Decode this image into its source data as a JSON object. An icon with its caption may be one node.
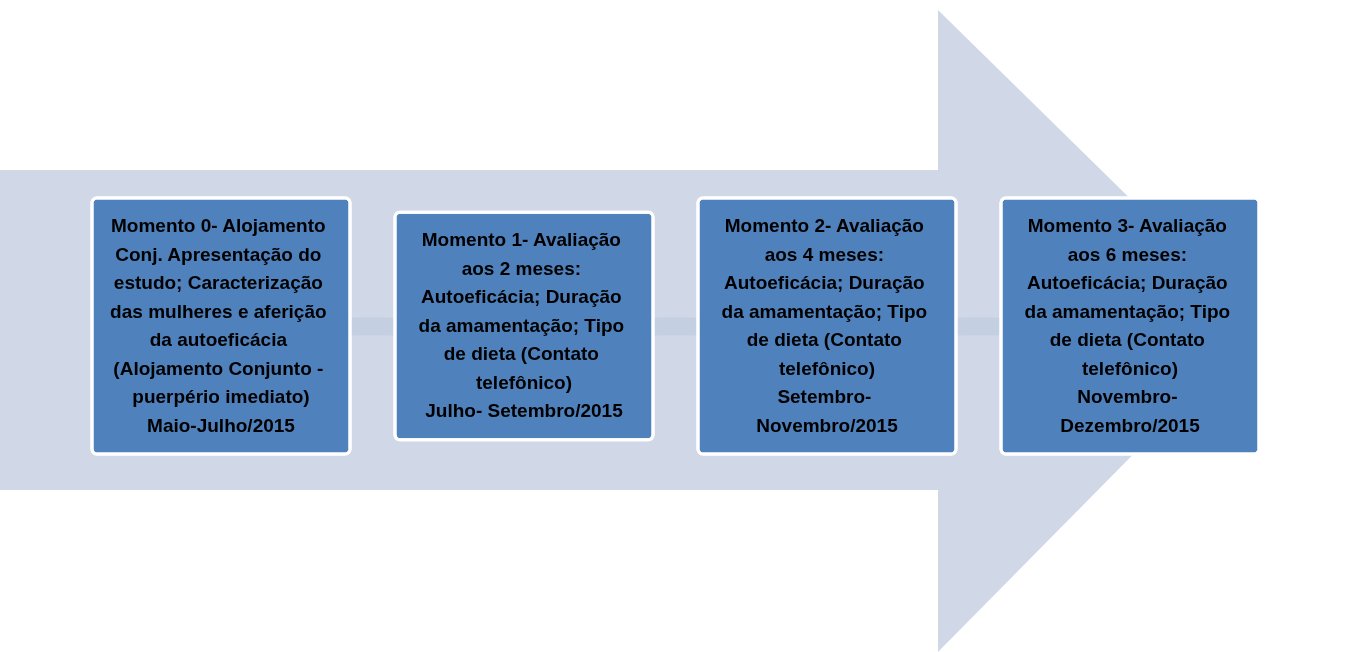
{
  "diagram": {
    "nodes": [
      {
        "text": [
          "Momento 0- Alojamento Conj. Apresentação do estudo; Caracterização das mulheres e aferição da autoeficácia (Alojamento Conjunto - puerpério imediato)",
          "Maio-Julho/2015"
        ]
      },
      {
        "text": [
          "Momento 1- Avaliação aos 2 meses: Autoeficácia; Duração da amamentação; Tipo de dieta (Contato telefônico)",
          "Julho- Setembro/2015"
        ]
      },
      {
        "text": [
          "Momento 2- Avaliação aos 4 meses: Autoeficácia; Duração da amamentação; Tipo de dieta (Contato telefônico)",
          "Setembro- Novembro/2015"
        ]
      },
      {
        "text": [
          "Momento 3- Avaliação aos 6 meses: Autoeficácia; Duração da amamentação; Tipo de dieta (Contato telefônico)",
          "Novembro- Dezembro/2015"
        ]
      }
    ],
    "edges": [
      {
        "from": 0,
        "to": 1,
        "arrow": "none"
      },
      {
        "from": 1,
        "to": 2,
        "arrow": "none"
      },
      {
        "from": 2,
        "to": 3,
        "arrow": "none"
      }
    ]
  }
}
